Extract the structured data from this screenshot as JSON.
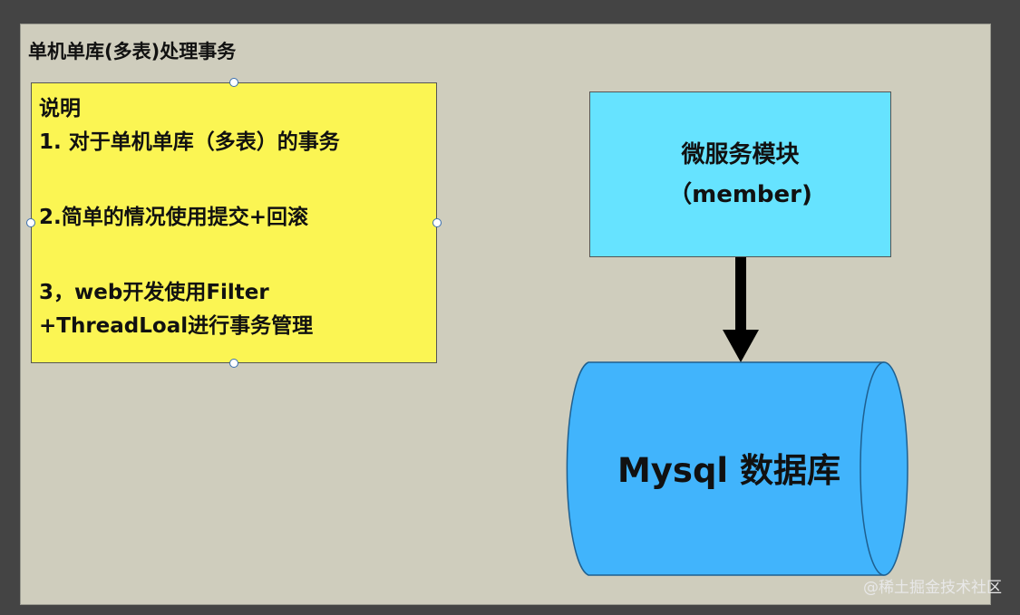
{
  "title": "单机单库(多表)处理事务",
  "note": {
    "heading": "说明",
    "line1": "1. 对于单机单库（多表）的事务",
    "line2": "2.简单的情况使用提交+回滚",
    "line3a": "3，web开发使用Filter",
    "line3b": "+ThreadLoal进行事务管理"
  },
  "module": {
    "line1": "微服务模块",
    "line2": "（member)"
  },
  "database": {
    "label": "Mysql 数据库"
  },
  "watermark": "@稀土掘金技术社区",
  "colors": {
    "canvas": "#cfcdbd",
    "note": "#fbf553",
    "module": "#66e3ff",
    "database": "#41b4fc",
    "arrow": "#000000"
  }
}
